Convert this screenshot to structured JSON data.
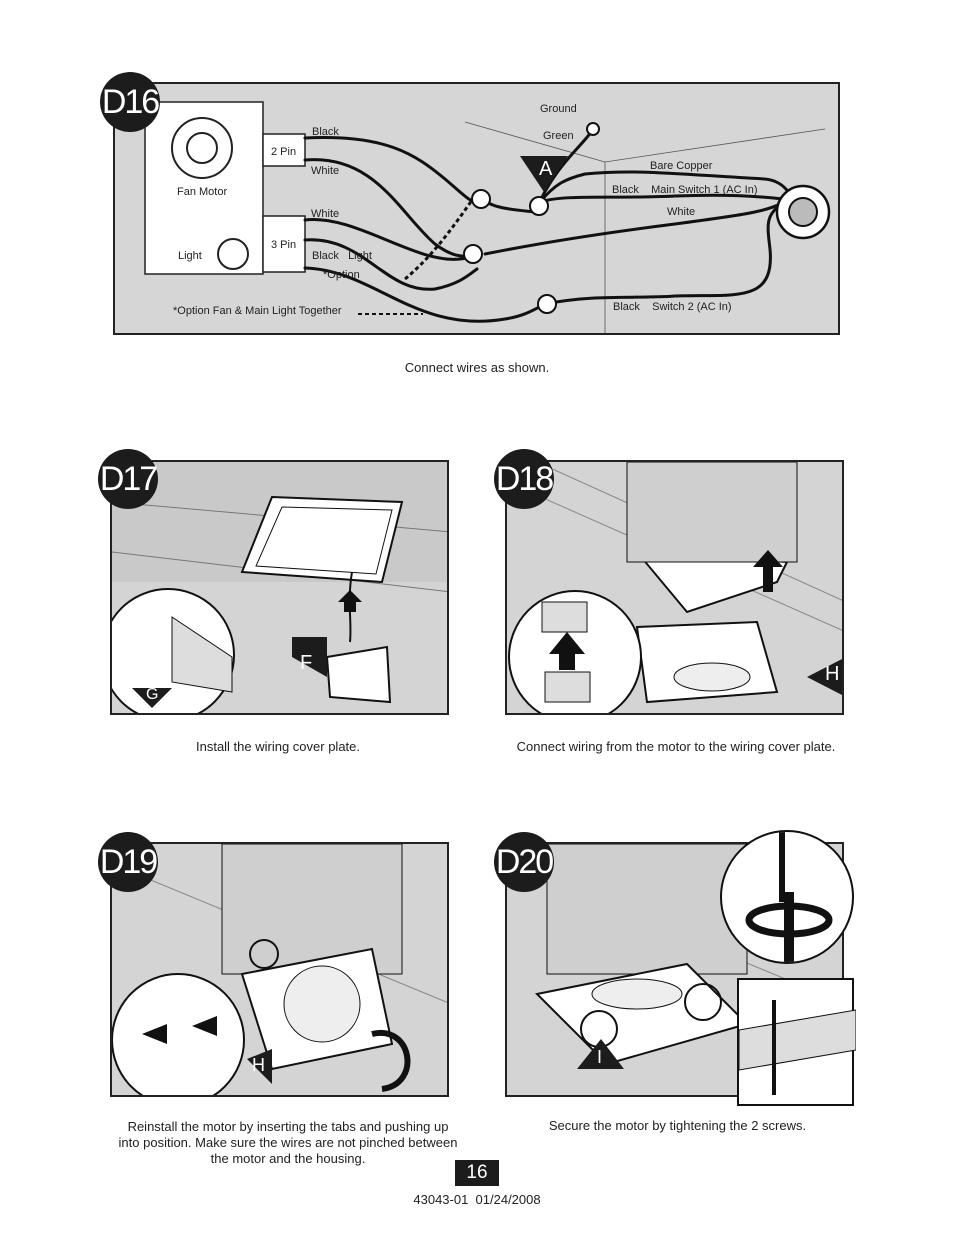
{
  "d16": {
    "badge": "D16",
    "fan_motor": "Fan Motor",
    "light": "Light",
    "pin2": "2 Pin",
    "pin3": "3 Pin",
    "black1": "Black",
    "white1": "White",
    "white2": "White",
    "black_light": "Black   Light",
    "option": "*Option",
    "option_note": "*Option Fan & Main Light Together",
    "ground": "Ground",
    "green": "Green",
    "bare_copper": "Bare Copper",
    "black_main": "Black    Main Switch 1 (AC In)",
    "white_main": "White",
    "black_switch2": "Black    Switch 2 (AC In)",
    "marker_a": "A",
    "caption": "Connect wires as shown."
  },
  "d17": {
    "badge": "D17",
    "marker_f": "F",
    "marker_g": "G",
    "caption": "Install the wiring cover plate."
  },
  "d18": {
    "badge": "D18",
    "marker_h": "H",
    "caption": "Connect wiring from the motor to the wiring cover plate."
  },
  "d19": {
    "badge": "D19",
    "marker_h": "H",
    "caption": "Reinstall the motor by inserting the tabs and pushing up into position. Make sure the wires are not pinched between the motor and the housing."
  },
  "d20": {
    "badge": "D20",
    "marker_i": "I",
    "caption": "Secure the motor by tightening the 2 screws."
  },
  "footer": {
    "page_number": "16",
    "doc_id": "43043-01  01/24/2008"
  }
}
